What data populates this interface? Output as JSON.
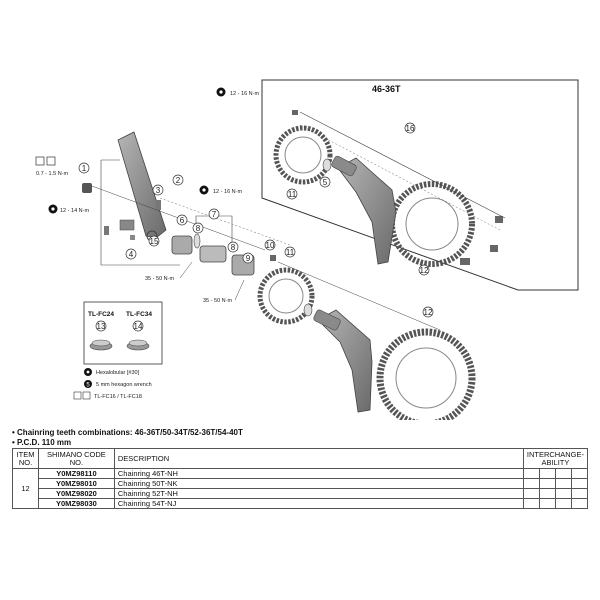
{
  "diagram": {
    "box_title": "46-36T",
    "torques": {
      "top": "12 - 16 N·m",
      "mid": "12 - 16 N·m",
      "left_small": "0.7 - 1.5 N·m",
      "left_bolt": "12 - 14 N·m",
      "lower1": "35 - 50 N·m",
      "lower2": "35 - 50 N·m"
    },
    "callouts": [
      "1",
      "2",
      "3",
      "4",
      "5",
      "6",
      "7",
      "8",
      "9",
      "10",
      "11",
      "12",
      "13",
      "14",
      "15",
      "16"
    ],
    "tools": {
      "tl_a": "TL-FC24",
      "tl_b": "TL-FC34",
      "legend_hex": "Hexalobular [#30]",
      "legend_wrench": "5 mm hexagon wrench",
      "legend_tl": "TL-FC16 / TL-FC18",
      "wrench_glyph": "5"
    }
  },
  "notes": {
    "line1": "• Chainring teeth combinations: 46-36T/50-34T/52-36T/54-40T",
    "line2": "• P.C.D. 110 mm"
  },
  "table": {
    "headers": {
      "item": "ITEM NO.",
      "code": "SHIMANO CODE NO.",
      "description": "DESCRIPTION",
      "interchangeability": "INTERCHANGE- ABILITY"
    },
    "item_no": "12",
    "rows": [
      {
        "code": "Y0MZ98110",
        "description": "Chainring 46T-NH"
      },
      {
        "code": "Y0MZ98010",
        "description": "Chainring 50T-NK"
      },
      {
        "code": "Y0MZ98020",
        "description": "Chainring 52T-NH"
      },
      {
        "code": "Y0MZ98030",
        "description": "Chainring 54T-NJ"
      }
    ]
  },
  "colors": {
    "part_fill": "#9a9a9a",
    "part_dark": "#5a5a5a",
    "line": "#333333"
  }
}
